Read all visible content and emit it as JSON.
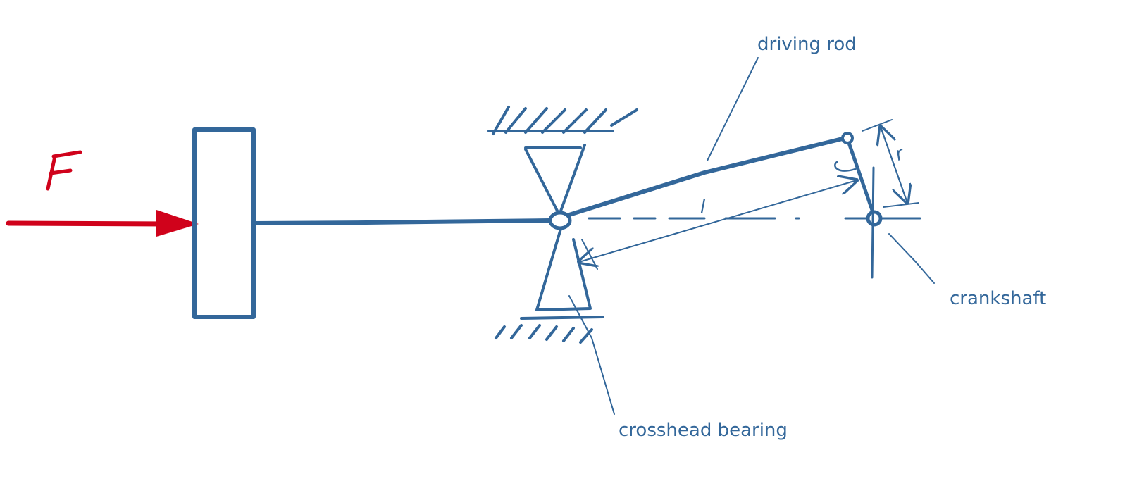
{
  "colors": {
    "ink": "#33679a",
    "force": "#d0021b",
    "background": "#ffffff"
  },
  "labels": {
    "force": "F",
    "driving_rod": "driving rod",
    "rod_length": "l",
    "crank_radius": "r",
    "crankshaft": "crankshaft",
    "crosshead_bearing": "crosshead bearing"
  }
}
